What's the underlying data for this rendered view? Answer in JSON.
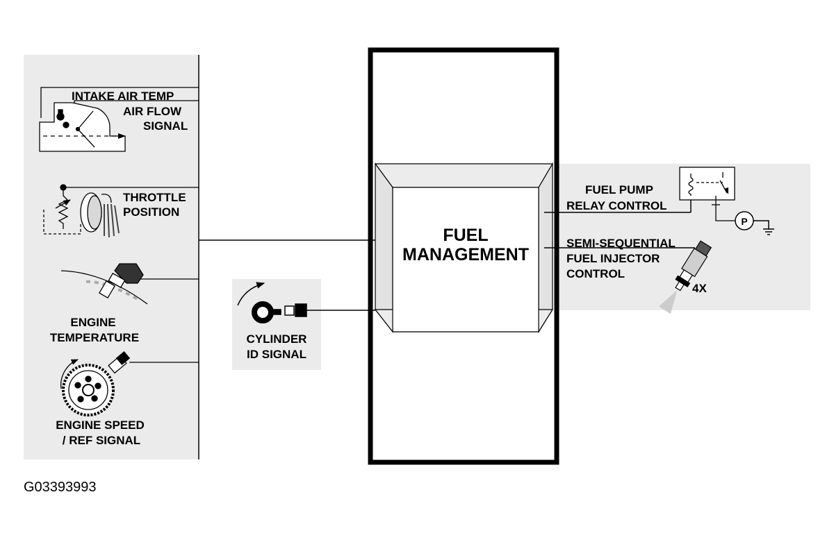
{
  "colors": {
    "panel_fill": "#ebebeb",
    "line": "#000000",
    "background": "#ffffff"
  },
  "central_block": {
    "label_line1": "FUEL",
    "label_line2": "MANAGEMENT"
  },
  "inputs": {
    "intake_air_temp": "INTAKE AIR TEMP",
    "air_flow_line1": "AIR FLOW",
    "air_flow_line2": "SIGNAL",
    "throttle_line1": "THROTTLE",
    "throttle_line2": "POSITION",
    "engine_temp_line1": "ENGINE",
    "engine_temp_line2": "TEMPERATURE",
    "engine_speed_line1": "ENGINE SPEED",
    "engine_speed_line2": "/ REF SIGNAL",
    "cylinder_id_line1": "CYLINDER",
    "cylinder_id_line2": "ID SIGNAL"
  },
  "outputs": {
    "fuel_pump_line1": "FUEL PUMP",
    "fuel_pump_line2": "RELAY CONTROL",
    "pump_symbol": "P",
    "injector_line1": "SEMI-SEQUENTIAL",
    "injector_line2": "FUEL INJECTOR",
    "injector_line3": "CONTROL",
    "injector_count": "4X"
  },
  "figure_id": "G03393993",
  "icons": [
    "airflow-meter-icon",
    "throttle-sensor-icon",
    "coolant-temp-sensor-icon",
    "crank-sensor-icon",
    "cam-sensor-icon",
    "relay-icon",
    "fuel-pump-icon",
    "ground-icon",
    "fuel-injector-icon"
  ]
}
